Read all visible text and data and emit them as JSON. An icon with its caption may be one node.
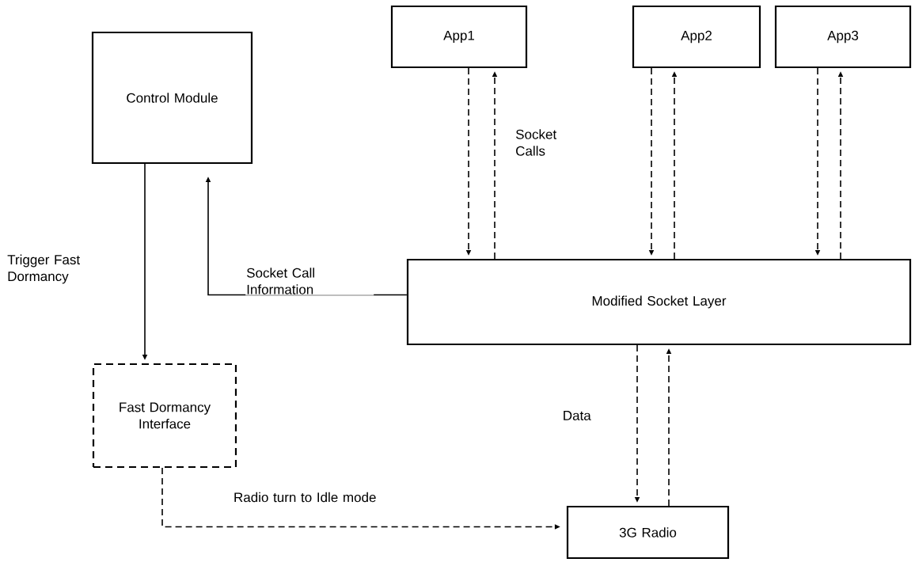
{
  "diagram": {
    "nodes": [
      {
        "text": [
          "Control Module"
        ]
      },
      {
        "text": [
          "App1"
        ]
      },
      {
        "text": [
          "App2"
        ]
      },
      {
        "text": [
          "App3"
        ]
      },
      {
        "text": [
          "Modified Socket Layer"
        ]
      },
      {
        "text": [
          "Fast Dormancy Interface"
        ]
      },
      {
        "text": [
          "3G Radio"
        ]
      }
    ],
    "edges": [
      {
        "from": 1,
        "to": 4,
        "arrow": "to",
        "style": "dashed"
      },
      {
        "from": 4,
        "to": 1,
        "arrow": "to",
        "style": "dashed"
      },
      {
        "from": 2,
        "to": 4,
        "arrow": "to",
        "style": "dashed"
      },
      {
        "from": 4,
        "to": 2,
        "arrow": "to",
        "style": "dashed"
      },
      {
        "from": 3,
        "to": 4,
        "arrow": "to",
        "style": "dashed"
      },
      {
        "from": 4,
        "to": 3,
        "arrow": "to",
        "style": "dashed"
      },
      {
        "from": 4,
        "to": 0,
        "arrow": "to",
        "label": "Socket Call Information"
      },
      {
        "from": 0,
        "to": 5,
        "arrow": "to",
        "label": "Trigger Fast Dormancy"
      },
      {
        "from": 4,
        "to": 6,
        "arrow": "to",
        "style": "dashed",
        "label": "Data"
      },
      {
        "from": 6,
        "to": 4,
        "arrow": "to",
        "style": "dashed"
      },
      {
        "from": 5,
        "to": 6,
        "arrow": "to",
        "style": "dashed",
        "label": "Radio turn to Idle mode"
      }
    ],
    "labels": [
      "Socket Calls"
    ]
  }
}
